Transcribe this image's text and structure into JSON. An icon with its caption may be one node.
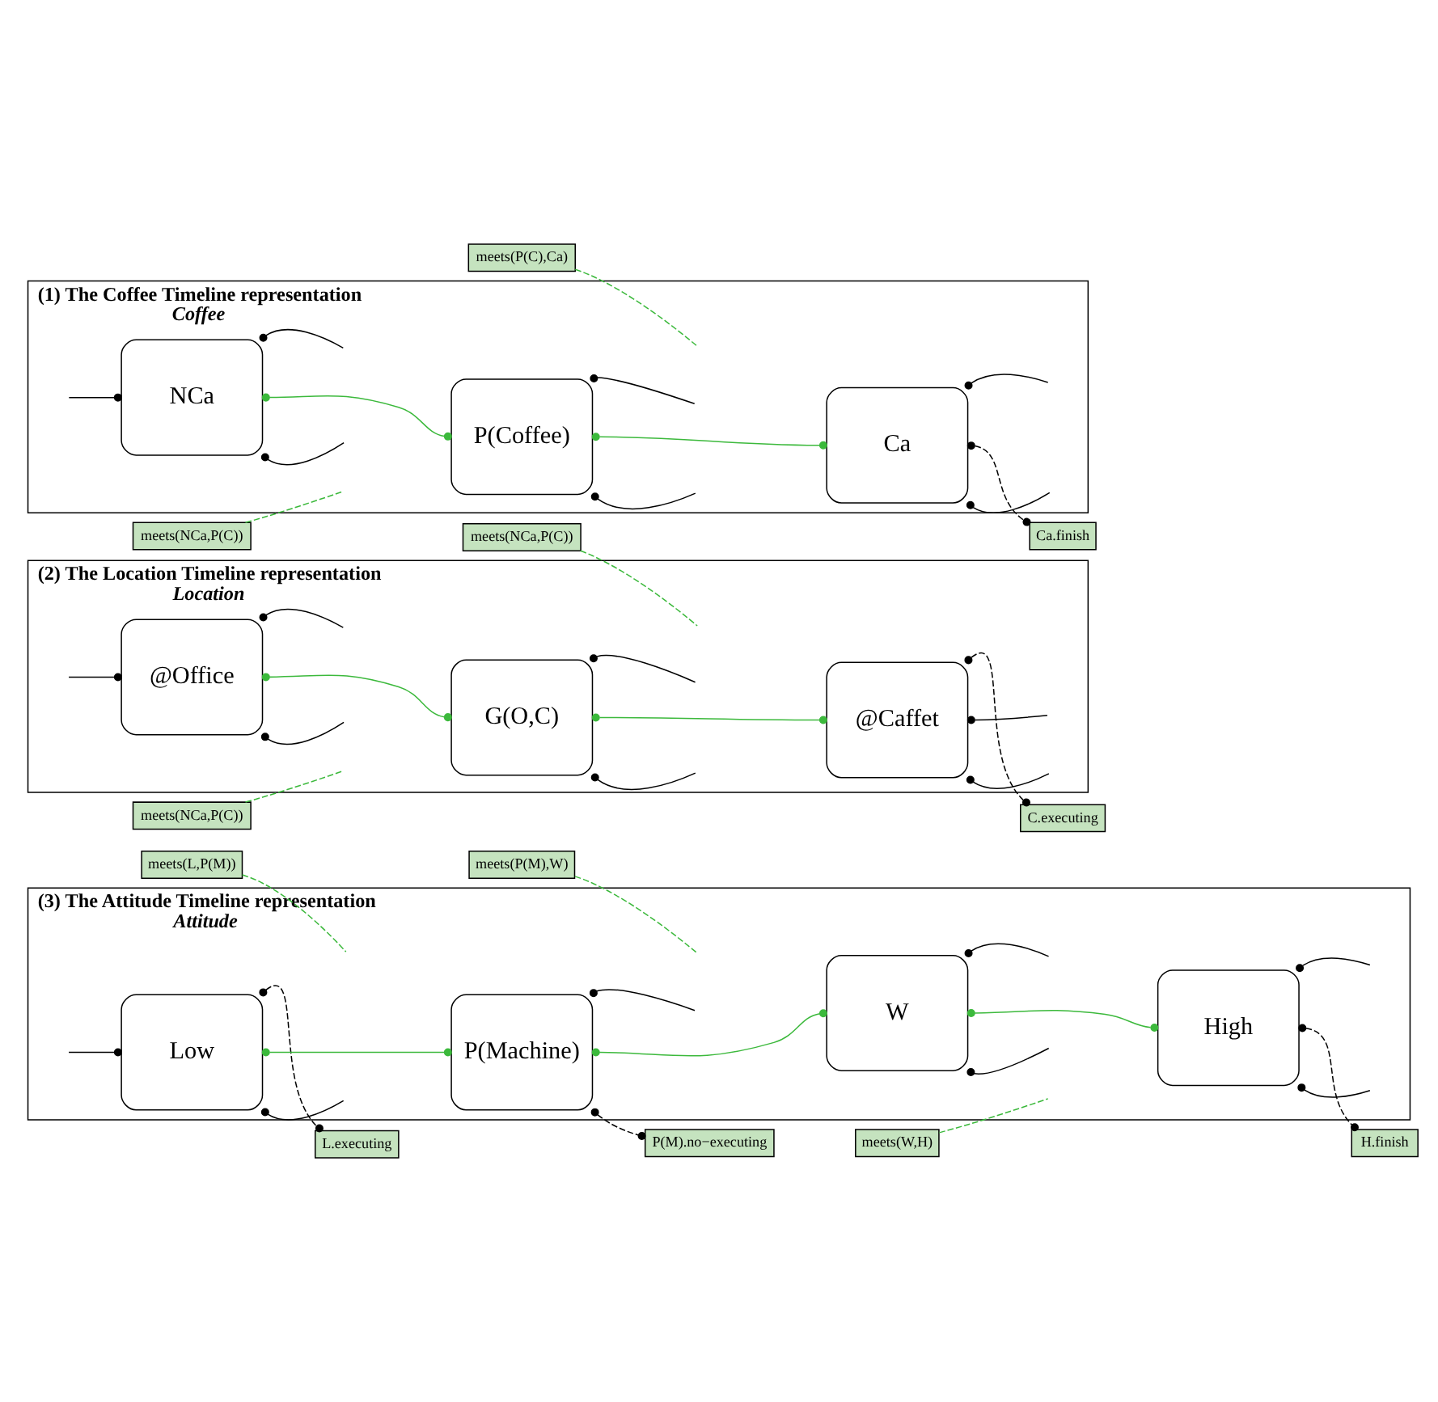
{
  "diagram": {
    "nodes": [
      {
        "text": [
          "(1) The Coffee Timeline representation",
          "Coffee"
        ]
      },
      {
        "text": [
          "NCa"
        ],
        "in": 0
      },
      {
        "text": [
          "P(Coffee)"
        ],
        "in": 0
      },
      {
        "text": [
          "Ca"
        ],
        "in": 0
      },
      {
        "text": [
          "Ca.finish"
        ]
      },
      {
        "text": [
          "meets(NCa,P(C))"
        ]
      },
      {
        "text": [
          "meets(P(C),Ca)"
        ]
      },
      {
        "text": [
          "(2) The Location Timeline representation",
          "Location"
        ]
      },
      {
        "text": [
          "@Office"
        ],
        "in": 7
      },
      {
        "text": [
          "G(O,C)"
        ],
        "in": 7
      },
      {
        "text": [
          "@Caffet"
        ],
        "in": 7
      },
      {
        "text": [
          "C.executing"
        ]
      },
      {
        "text": [
          "meets(NCa,P(C))"
        ]
      },
      {
        "text": [
          "meets(NCa,P(C))"
        ]
      },
      {
        "text": [
          "(3) The Attitude Timeline representation",
          "Attitude"
        ]
      },
      {
        "text": [
          "Low"
        ],
        "in": 14
      },
      {
        "text": [
          "P(Machine)"
        ],
        "in": 14
      },
      {
        "text": [
          "W"
        ],
        "in": 14
      },
      {
        "text": [
          "High"
        ],
        "in": 14
      },
      {
        "text": [
          "L.executing"
        ]
      },
      {
        "text": [
          "meets(L,P(M))"
        ]
      },
      {
        "text": [
          "P(M).no−executing"
        ]
      },
      {
        "text": [
          "meets(P(M),W)"
        ]
      },
      {
        "text": [
          "meets(W,H)"
        ]
      },
      {
        "text": [
          "H.finish"
        ]
      }
    ],
    "edges": [
      {
        "from": null,
        "to": 1,
        "arrow": "other"
      },
      {
        "from": 1,
        "to": null,
        "arrow": "other"
      },
      {
        "from": 1,
        "to": null,
        "arrow": "other"
      },
      {
        "from": 1,
        "to": 2,
        "arrow": "other",
        "color": "#3cb93c"
      },
      {
        "from": 5,
        "to": null,
        "arrow": "none",
        "style": "dashed",
        "color": "#3cb93c"
      },
      {
        "from": 2,
        "to": null,
        "arrow": "other"
      },
      {
        "from": 2,
        "to": null,
        "arrow": "other"
      },
      {
        "from": 2,
        "to": 3,
        "arrow": "other",
        "color": "#3cb93c"
      },
      {
        "from": 6,
        "to": null,
        "arrow": "none",
        "style": "dashed",
        "color": "#3cb93c"
      },
      {
        "from": 3,
        "to": null,
        "arrow": "other"
      },
      {
        "from": 3,
        "to": 4,
        "arrow": "other",
        "style": "dashed"
      },
      {
        "from": 3,
        "to": null,
        "arrow": "other"
      },
      {
        "from": null,
        "to": 8,
        "arrow": "other"
      },
      {
        "from": 8,
        "to": null,
        "arrow": "other"
      },
      {
        "from": 8,
        "to": null,
        "arrow": "other"
      },
      {
        "from": 8,
        "to": 9,
        "arrow": "other",
        "color": "#3cb93c"
      },
      {
        "from": 12,
        "to": null,
        "arrow": "none",
        "style": "dashed",
        "color": "#3cb93c"
      },
      {
        "from": 9,
        "to": null,
        "arrow": "other"
      },
      {
        "from": 9,
        "to": null,
        "arrow": "other"
      },
      {
        "from": 9,
        "to": 10,
        "arrow": "other",
        "color": "#3cb93c"
      },
      {
        "from": 13,
        "to": null,
        "arrow": "none",
        "style": "dashed",
        "color": "#3cb93c"
      },
      {
        "from": 10,
        "to": 11,
        "arrow": "other",
        "style": "dashed"
      },
      {
        "from": 10,
        "to": null,
        "arrow": "other"
      },
      {
        "from": 10,
        "to": null,
        "arrow": "other"
      },
      {
        "from": null,
        "to": 15,
        "arrow": "other"
      },
      {
        "from": 15,
        "to": 19,
        "arrow": "other",
        "style": "dashed"
      },
      {
        "from": 15,
        "to": null,
        "arrow": "other"
      },
      {
        "from": 15,
        "to": 16,
        "arrow": "other",
        "color": "#3cb93c"
      },
      {
        "from": 20,
        "to": null,
        "arrow": "none",
        "style": "dashed",
        "color": "#3cb93c"
      },
      {
        "from": 16,
        "to": null,
        "arrow": "other"
      },
      {
        "from": 16,
        "to": 21,
        "arrow": "other",
        "style": "dashed"
      },
      {
        "from": 16,
        "to": 17,
        "arrow": "other",
        "color": "#3cb93c"
      },
      {
        "from": 22,
        "to": null,
        "arrow": "none",
        "style": "dashed",
        "color": "#3cb93c"
      },
      {
        "from": 17,
        "to": null,
        "arrow": "other"
      },
      {
        "from": 17,
        "to": null,
        "arrow": "other"
      },
      {
        "from": 17,
        "to": 18,
        "arrow": "other",
        "color": "#3cb93c"
      },
      {
        "from": 23,
        "to": null,
        "arrow": "none",
        "style": "dashed",
        "color": "#3cb93c"
      },
      {
        "from": 18,
        "to": null,
        "arrow": "other"
      },
      {
        "from": 18,
        "to": 24,
        "arrow": "other",
        "style": "dashed"
      },
      {
        "from": 18,
        "to": null,
        "arrow": "other"
      }
    ]
  }
}
